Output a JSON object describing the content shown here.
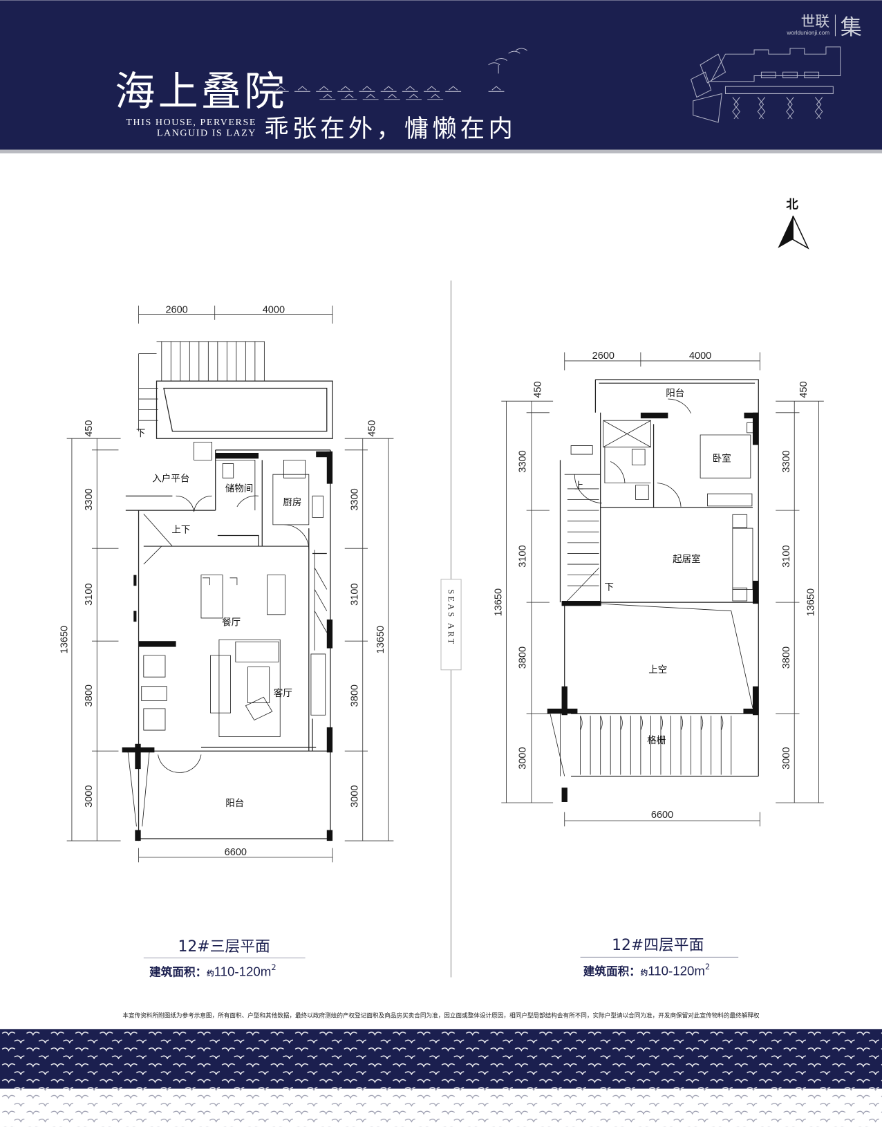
{
  "header": {
    "title": "海上叠院",
    "english_line1": "THIS HOUSE, PERVERSE",
    "english_line2": "LANGUID IS LAZY",
    "slogan": "乖张在外，慵懒在内",
    "logo_brand": "世联",
    "logo_url_text": "worldunionji.com",
    "logo_mark": "集",
    "colors": {
      "navy": "#1b1f4f",
      "gray_rule": "#b9bac0"
    }
  },
  "north_label": "北",
  "divider_text": "SEAS ART",
  "plans": {
    "left": {
      "title": "12#三层平面",
      "area_label": "建筑面积：",
      "area_prefix": "约",
      "area_value": "110-120m",
      "area_sup": "2",
      "top_dims": [
        "2600",
        "4000"
      ],
      "bottom_dim": "6600",
      "side_dims": [
        "450",
        "3300",
        "3100",
        "3800",
        "3000"
      ],
      "total_dim": "13650",
      "rooms": {
        "entry_platform": "入户平台",
        "storage": "储物间",
        "kitchen": "厨房",
        "stairs": "上下",
        "down": "下",
        "dining": "餐厅",
        "living": "客厅",
        "balcony": "阳台"
      }
    },
    "right": {
      "title": "12#四层平面",
      "area_label": "建筑面积：",
      "area_prefix": "约",
      "area_value": "110-120m",
      "area_sup": "2",
      "top_dims": [
        "2600",
        "4000"
      ],
      "bottom_dim": "6600",
      "side_dims": [
        "450",
        "3300",
        "3100",
        "3800",
        "3000"
      ],
      "total_dim": "13650",
      "rooms": {
        "balcony": "阳台",
        "bedroom": "卧室",
        "sitting_room": "起居室",
        "void": "上空",
        "grille": "格栅",
        "up": "上",
        "down": "下"
      }
    }
  },
  "disclaimer": "本宣传资料所附图纸为参考示意图，所有面积、户型和其他数据，最终以政府测绘的产权登记面积及商品房买卖合同为准，因立面或整体设计原因，相同户型局部结构会有所不同，实际户型请以合同为准，开发商保留对此宣传物料的最终解释权"
}
